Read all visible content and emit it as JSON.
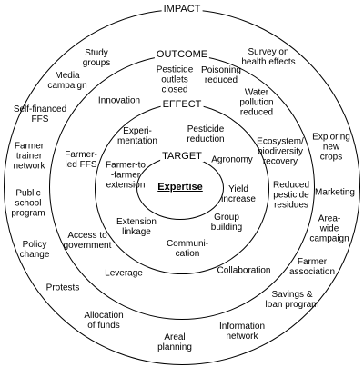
{
  "rings": {
    "impact": "IMPACT",
    "outcome": "OUTCOME",
    "effect": "EFFECT",
    "target": "TARGET",
    "core": "Expertise"
  },
  "target_ring": [
    "Experi-\nmentation",
    "Pesticide\nreduction",
    "Agronomy",
    "Yield\nincrease",
    "Group\nbuilding",
    "Communi-\ncation",
    "Extension\nlinkage",
    "Farmer-to\n-farmer\nextension"
  ],
  "effect_ring": [
    "Innovation",
    "Pesticide\noutlets\nclosed",
    "Poisoning\nreduced",
    "Water\npollution\nreduced",
    "Ecosystem/\nbiodiversity\nrecovery",
    "Reduced\npesticide\nresidues",
    "Collaboration",
    "Leverage",
    "Access to\ngovernment",
    "Farmer-\nled FFS"
  ],
  "impact_ring": [
    "Study\ngroups",
    "Survey on\nhealth effects",
    "Media\ncampaign",
    "Self-financed\nFFS",
    "Exploring\nnew crops",
    "Farmer\ntrainer\nnetwork",
    "Marketing",
    "Public\nschool\nprogram",
    "Area-wide\ncampaign",
    "Policy\nchange",
    "Farmer\nassociation",
    "Protests",
    "Savings &\nloan program",
    "Allocation\nof funds",
    "Information\nnetwork",
    "Areal\nplanning"
  ]
}
